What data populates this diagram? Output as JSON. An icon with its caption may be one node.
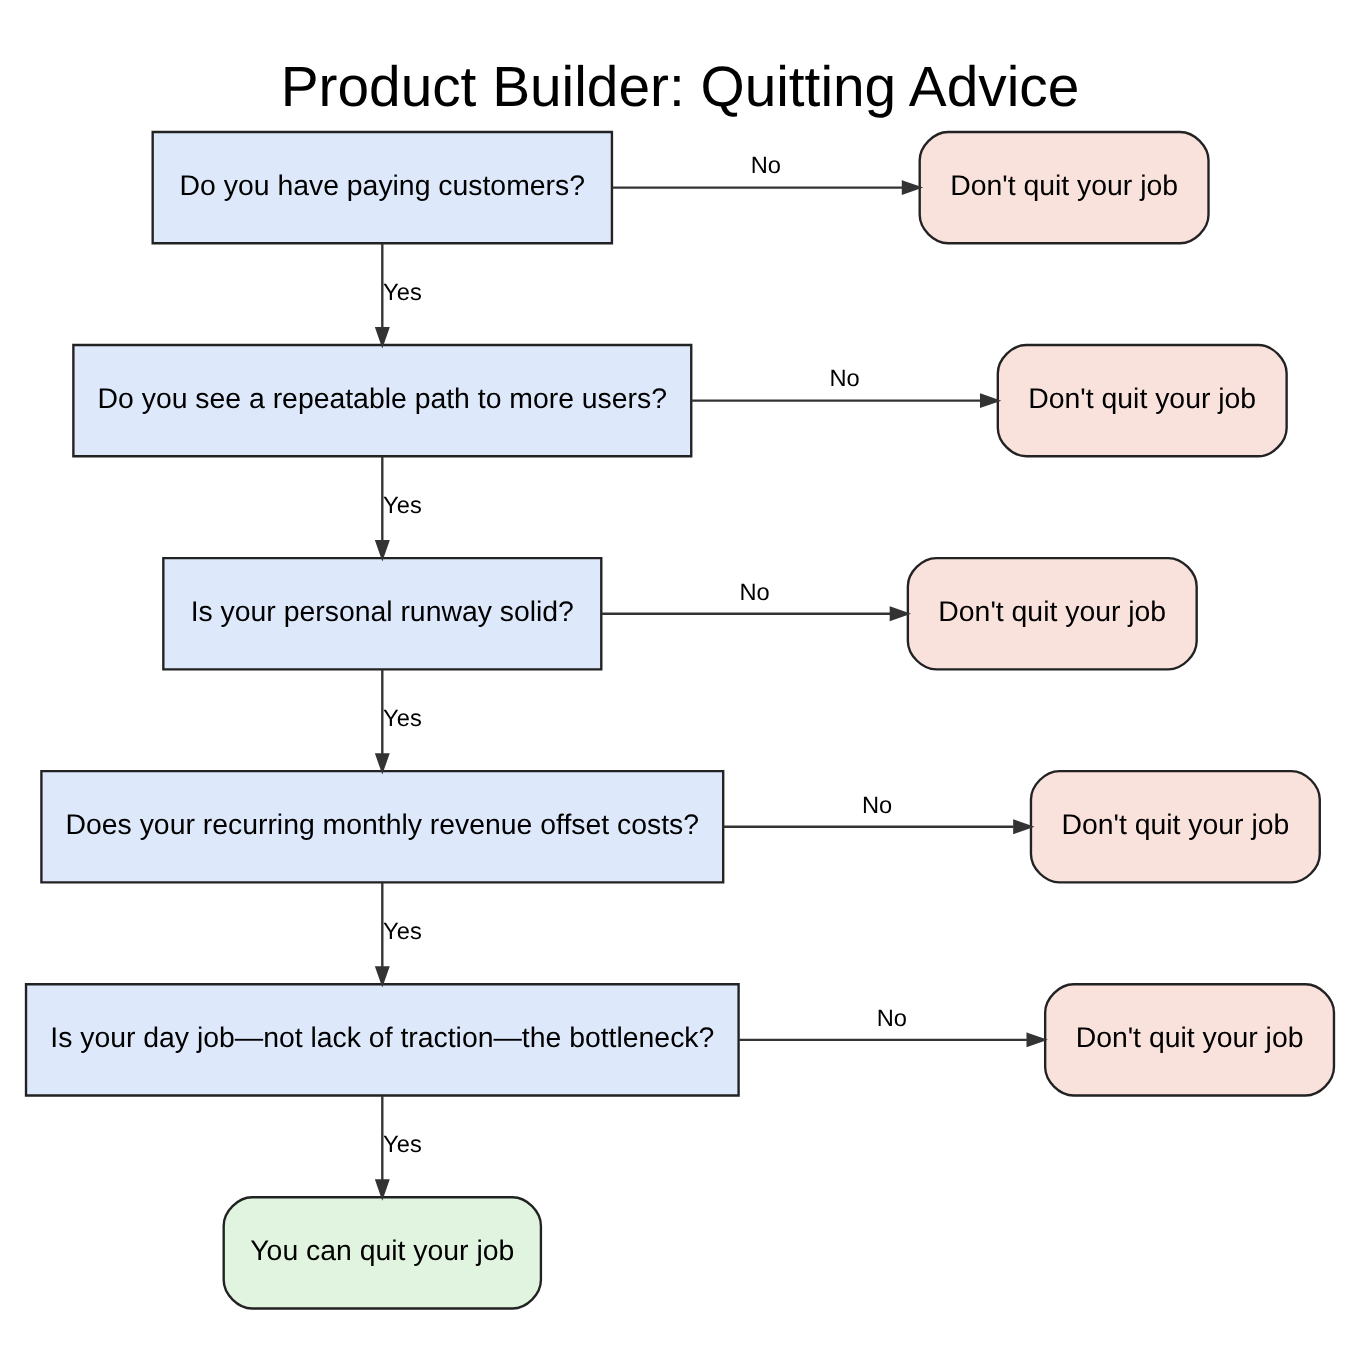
{
  "diagram": {
    "title": "Product Builder: Quitting Advice",
    "nodes": [
      {
        "text": [
          "Do you have paying customers?"
        ]
      },
      {
        "text": [
          "Don't quit your job"
        ]
      },
      {
        "text": [
          "Do you see a repeatable path to more users?"
        ]
      },
      {
        "text": [
          "Don't quit your job"
        ]
      },
      {
        "text": [
          "Is your personal runway solid?"
        ]
      },
      {
        "text": [
          "Don't quit your job"
        ]
      },
      {
        "text": [
          "Does your recurring monthly revenue offset costs?"
        ]
      },
      {
        "text": [
          "Don't quit your job"
        ]
      },
      {
        "text": [
          "Is your day job—not lack of traction—the bottleneck?"
        ]
      },
      {
        "text": [
          "Don't quit your job"
        ]
      },
      {
        "text": [
          "You can quit your job"
        ]
      }
    ],
    "edges": [
      {
        "from": 0,
        "to": 1,
        "label": "No",
        "arrow": "to"
      },
      {
        "from": 0,
        "to": 2,
        "label": "Yes",
        "arrow": "to"
      },
      {
        "from": 2,
        "to": 3,
        "label": "No",
        "arrow": "to"
      },
      {
        "from": 2,
        "to": 4,
        "label": "Yes",
        "arrow": "to"
      },
      {
        "from": 4,
        "to": 5,
        "label": "No",
        "arrow": "to"
      },
      {
        "from": 4,
        "to": 6,
        "label": "Yes",
        "arrow": "to"
      },
      {
        "from": 6,
        "to": 7,
        "label": "No",
        "arrow": "to"
      },
      {
        "from": 6,
        "to": 8,
        "label": "Yes",
        "arrow": "to"
      },
      {
        "from": 8,
        "to": 9,
        "label": "No",
        "arrow": "to"
      },
      {
        "from": 8,
        "to": 10,
        "label": "Yes",
        "arrow": "to"
      }
    ]
  }
}
